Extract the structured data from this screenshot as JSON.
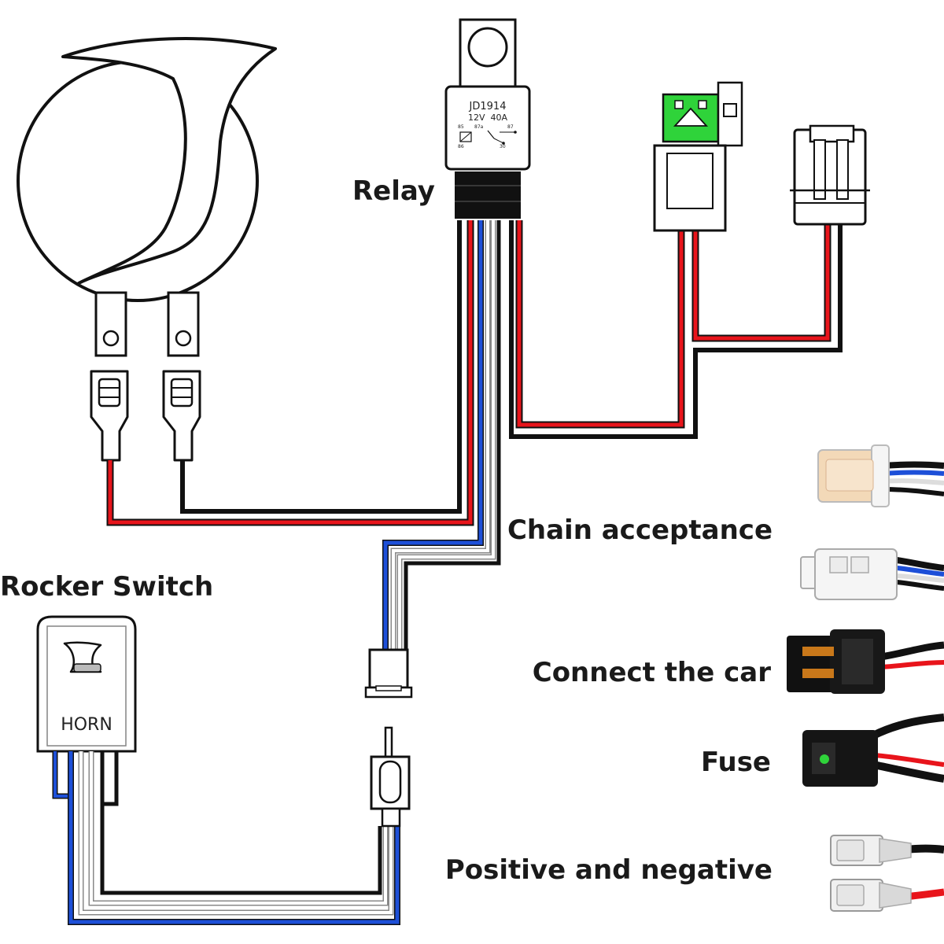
{
  "labels": {
    "relay": "Relay",
    "rocker_switch": "Rocker Switch",
    "chain_acceptance": "Chain acceptance",
    "connect_the_car": "Connect the car",
    "fuse": "Fuse",
    "positive_and_negative": "Positive and negative"
  },
  "relay": {
    "model": "JD1914",
    "rating": "12V  40A",
    "pins": {
      "p85": "85",
      "p86": "86",
      "p87a": "87a",
      "p87": "87",
      "p30": "30"
    }
  },
  "switch": {
    "label": "HORN"
  },
  "colors": {
    "red": "#e8141b",
    "black": "#111111",
    "blue": "#1d4fd8",
    "white": "#ffffff",
    "gray": "#9a9a9a",
    "fuse_green": "#2fd33a",
    "connector_cream": "#f3d9b8"
  }
}
